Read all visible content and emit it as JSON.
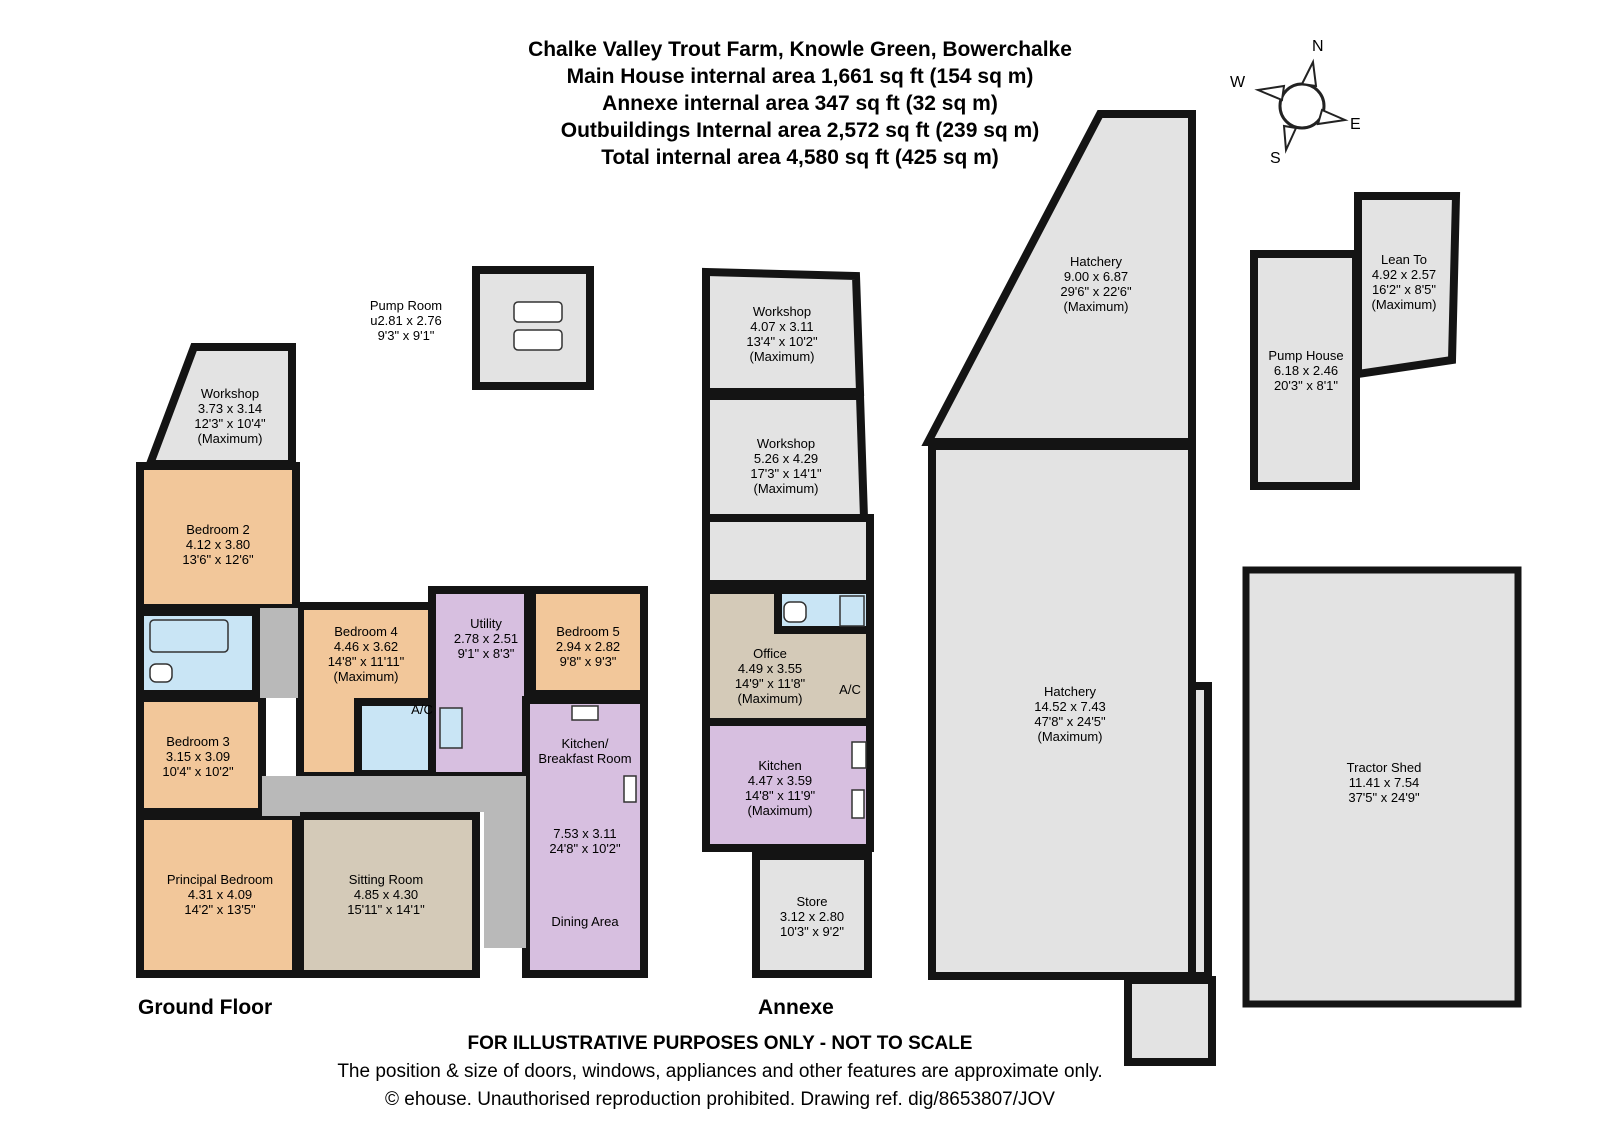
{
  "header": {
    "line1": "Chalke Valley Trout Farm, Knowle Green, Bowerchalke",
    "line2": "Main House internal area 1,661 sq ft (154 sq m)",
    "line3": "Annexe internal area 347 sq ft (32 sq m)",
    "line4": "Outbuildings Internal area 2,572 sq ft (239 sq m)",
    "line5": "Total internal area 4,580 sq ft (425 sq m)"
  },
  "compass": {
    "n": "N",
    "e": "E",
    "s": "S",
    "w": "W"
  },
  "floors": {
    "ground": "Ground Floor",
    "annexe": "Annexe"
  },
  "colors": {
    "bedroom": "#f2c79a",
    "reception": "#d4cab8",
    "utility": "#d7bfe0",
    "bathroom": "#c9e5f5",
    "hallway": "#b9b9b9",
    "outbuilding": "#e3e3e3",
    "wall": "#141414"
  },
  "rooms": {
    "pump_room": {
      "name": "Pump Room",
      "metric": "u2.81 x 2.76",
      "imperial": "9'3\" x 9'1\""
    },
    "workshop_main": {
      "name": "Workshop",
      "metric": "3.73 x 3.14",
      "imperial": "12'3\" x 10'4\"",
      "note": "(Maximum)"
    },
    "bedroom2": {
      "name": "Bedroom 2",
      "metric": "4.12 x 3.80",
      "imperial": "13'6\" x 12'6\""
    },
    "bedroom4": {
      "name": "Bedroom 4",
      "metric": "4.46 x 3.62",
      "imperial": "14'8\" x 11'11\"",
      "note": "(Maximum)"
    },
    "utility": {
      "name": "Utility",
      "metric": "2.78 x 2.51",
      "imperial": "9'1\" x 8'3\""
    },
    "bedroom5": {
      "name": "Bedroom 5",
      "metric": "2.94 x 2.82",
      "imperial": "9'8\" x 9'3\""
    },
    "bedroom3": {
      "name": "Bedroom 3",
      "metric": "3.15 x 3.09",
      "imperial": "10'4\" x 10'2\""
    },
    "kitchen_breakfast": {
      "name": "Kitchen/",
      "name2": "Breakfast Room",
      "metric": "7.53 x 3.11",
      "imperial": "24'8\" x 10'2\"",
      "name3": "Dining Area"
    },
    "principal": {
      "name": "Principal Bedroom",
      "metric": "4.31 x 4.09",
      "imperial": "14'2\" x 13'5\""
    },
    "sitting": {
      "name": "Sitting Room",
      "metric": "4.85 x 4.30",
      "imperial": "15'11\" x 14'1\""
    },
    "ac_main": {
      "name": "A/C"
    },
    "annexe_workshop1": {
      "name": "Workshop",
      "metric": "4.07 x 3.11",
      "imperial": "13'4\" x 10'2\"",
      "note": "(Maximum)"
    },
    "annexe_workshop2": {
      "name": "Workshop",
      "metric": "5.26 x 4.29",
      "imperial": "17'3\" x 14'1\"",
      "note": "(Maximum)"
    },
    "office": {
      "name": "Office",
      "metric": "4.49 x 3.55",
      "imperial": "14'9\" x 11'8\"",
      "note": "(Maximum)"
    },
    "ac_annexe": {
      "name": "A/C"
    },
    "annexe_kitchen": {
      "name": "Kitchen",
      "metric": "4.47 x 3.59",
      "imperial": "14'8\" x 11'9\"",
      "note": "(Maximum)"
    },
    "store": {
      "name": "Store",
      "metric": "3.12 x 2.80",
      "imperial": "10'3\" x 9'2\""
    },
    "hatchery_top": {
      "name": "Hatchery",
      "metric": "9.00 x 6.87",
      "imperial": "29'6\" x 22'6\"",
      "note": "(Maximum)"
    },
    "hatchery_main": {
      "name": "Hatchery",
      "metric": "14.52 x 7.43",
      "imperial": "47'8\" x 24'5\"",
      "note": "(Maximum)"
    },
    "pump_house": {
      "name": "Pump House",
      "metric": "6.18 x 2.46",
      "imperial": "20'3\" x 8'1\""
    },
    "lean_to": {
      "name": "Lean To",
      "metric": "4.92 x 2.57",
      "imperial": "16'2\" x 8'5\"",
      "note": "(Maximum)"
    },
    "tractor_shed": {
      "name": "Tractor Shed",
      "metric": "11.41 x 7.54",
      "imperial": "37'5\" x 24'9\""
    }
  },
  "disclaimer": {
    "line1": "FOR ILLUSTRATIVE PURPOSES ONLY - NOT TO SCALE",
    "line2": "The position & size of doors, windows, appliances and other features are approximate only.",
    "line3": "© ehouse. Unauthorised reproduction prohibited. Drawing ref. dig/8653807/JOV"
  }
}
